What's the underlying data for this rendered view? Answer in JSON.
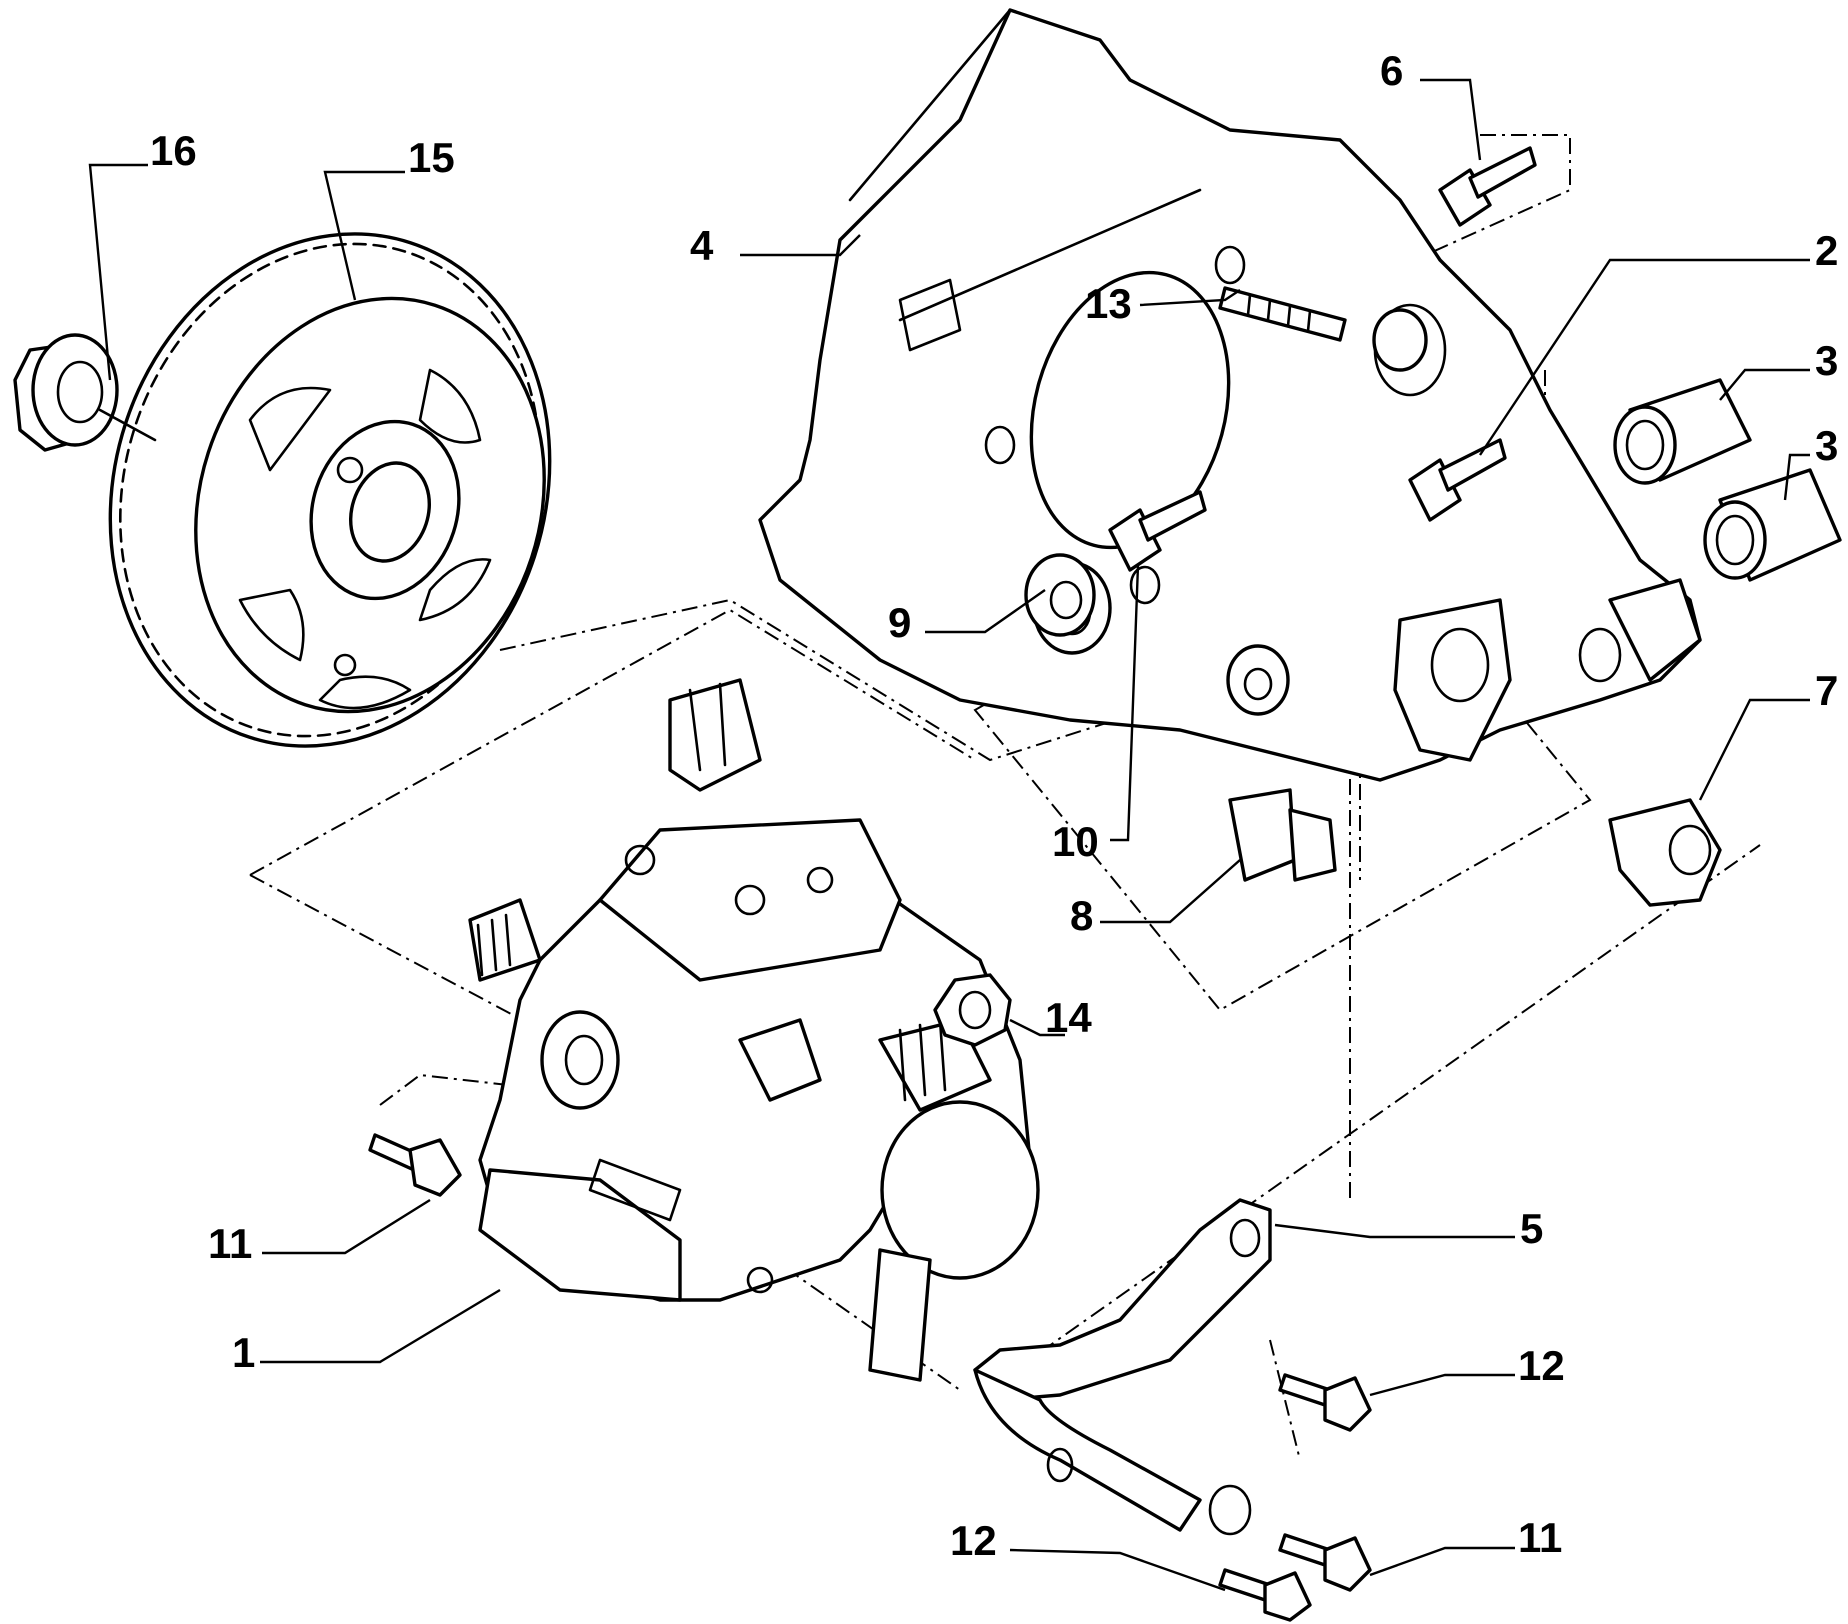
{
  "callouts": [
    {
      "id": "c1",
      "label": "1"
    },
    {
      "id": "c2",
      "label": "2"
    },
    {
      "id": "c3a",
      "label": "3"
    },
    {
      "id": "c3b",
      "label": "3"
    },
    {
      "id": "c4",
      "label": "4"
    },
    {
      "id": "c5",
      "label": "5"
    },
    {
      "id": "c6",
      "label": "6"
    },
    {
      "id": "c7",
      "label": "7"
    },
    {
      "id": "c8",
      "label": "8"
    },
    {
      "id": "c9",
      "label": "9"
    },
    {
      "id": "c10",
      "label": "10"
    },
    {
      "id": "c11a",
      "label": "11"
    },
    {
      "id": "c11b",
      "label": "11"
    },
    {
      "id": "c12a",
      "label": "12"
    },
    {
      "id": "c12b",
      "label": "12"
    },
    {
      "id": "c13",
      "label": "13"
    },
    {
      "id": "c14",
      "label": "14"
    },
    {
      "id": "c15",
      "label": "15"
    },
    {
      "id": "c16",
      "label": "16"
    }
  ]
}
